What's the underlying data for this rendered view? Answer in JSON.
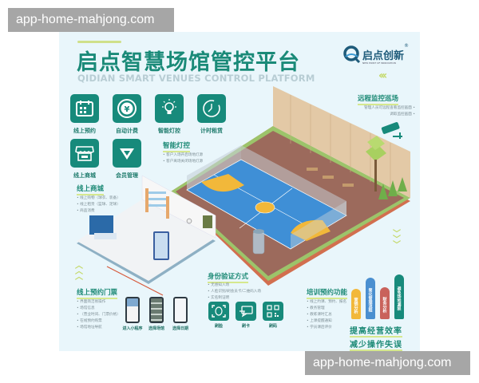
{
  "watermarks": {
    "top": "app-home-mahjong.com",
    "bottom": "app-home-mahjong.com"
  },
  "poster": {
    "title_cn": "启点智慧场馆管控平台",
    "title_en": "QIDIAN SMART VENUES CONTROL PLATFORM",
    "logo": {
      "text": "启点创新",
      "subtitle": "NEW POINT OF INNOVATION",
      "registered": "®",
      "icon": "q-logo-icon"
    },
    "colors": {
      "background": "#e9f6fb",
      "primary_teal": "#178a7b",
      "title_green": "#1a8a78",
      "accent_lime": "#d6e88e",
      "court_blue": "#3f8fd6",
      "court_yellow": "#f2b83a",
      "floor_brown": "#9c6a5c"
    },
    "features": [
      {
        "label": "线上预约",
        "icon": "calendar-icon"
      },
      {
        "label": "自动计费",
        "icon": "yen-coin-icon"
      },
      {
        "label": "智能灯控",
        "icon": "lightbulb-icon"
      },
      {
        "label": "计时租赁",
        "icon": "clock-icon"
      },
      {
        "label": "线上商城",
        "icon": "storefront-icon"
      },
      {
        "label": "会员管理",
        "icon": "v-badge-icon"
      }
    ],
    "sections": {
      "light_control": {
        "title": "智能灯控",
        "bullets": [
          "客户入场开启场地灯源",
          "客户离场关闭场地灯源"
        ]
      },
      "remote_monitor": {
        "title": "远程监控巡场",
        "bullets": [
          "管理人员可远程查看监控画面",
          "调取监控画面"
        ]
      },
      "online_mall": {
        "title": "线上商城",
        "bullets": [
          "线上购物（球衣、装备）",
          "线上租赁（篮球、足球）",
          "商品消费"
        ]
      },
      "online_ticket": {
        "title": "线上预约门票",
        "bullets": [
          "界面简洁易操作",
          "场馆信息",
          "（营业时间、门票价格）",
          "在线预约购票",
          "场馆地址导航"
        ]
      },
      "identity": {
        "title": "身份验证方式",
        "bullets": [
          "无感知入场",
          "人脸识别/刷会员卡/二维码入场",
          "实名制证明"
        ]
      },
      "training": {
        "title": "培训预约功能",
        "bullets": [
          "线上约课、预约、报名",
          "教务管理",
          "教练课时汇总",
          "上课提醒通知",
          "学员课后评价"
        ]
      }
    },
    "phones": [
      {
        "label": "进入小程序"
      },
      {
        "label": "选择场馆"
      },
      {
        "label": "选择日期"
      }
    ],
    "auth_methods": [
      {
        "label": "刷脸",
        "icon": "face-scan-icon"
      },
      {
        "label": "刷卡",
        "icon": "card-swipe-icon"
      },
      {
        "label": "刷码",
        "icon": "qr-code-icon"
      }
    ],
    "bars": [
      {
        "label": "营销分析",
        "color": "#f2b83a",
        "height": 38
      },
      {
        "label": "简化管理流程",
        "color": "#4a8fd0",
        "height": 52
      },
      {
        "label": "财务分析",
        "color": "#c9625b",
        "height": 40
      },
      {
        "label": "避免场地漏损",
        "color": "#178a7b",
        "height": 56
      }
    ],
    "slogans": [
      "提高经营效率",
      "减少操作失误"
    ]
  }
}
